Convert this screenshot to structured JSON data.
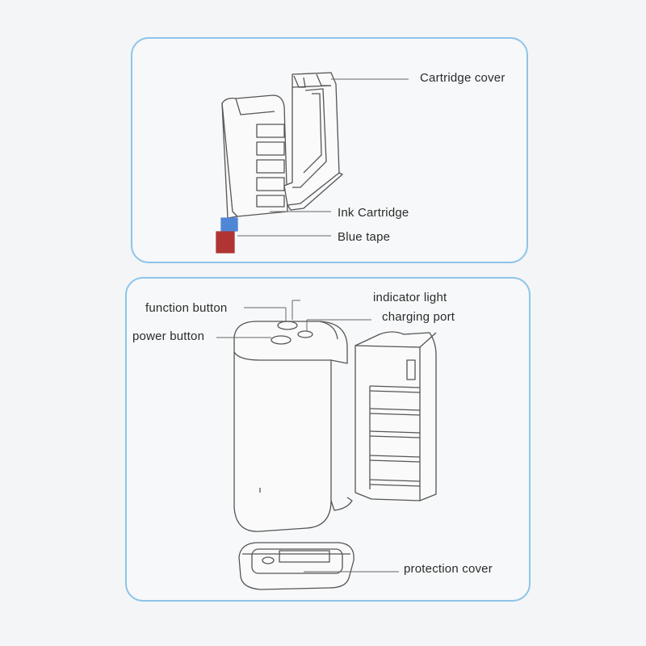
{
  "top_panel": {
    "labels": {
      "cartridge_cover": "Cartridge cover",
      "ink_cartridge": "Ink Cartridge",
      "blue_tape": "Blue tape"
    }
  },
  "bottom_panel": {
    "labels": {
      "indicator_light": "indicator light",
      "function_button": "function button",
      "charging_port": "charging port",
      "power_button": "power button",
      "protection_cover": "protection cover"
    }
  },
  "colors": {
    "panel_border": "#8cc4ea",
    "line": "#555555",
    "blue_tape": "#4f86d6",
    "red_tape": "#b03434"
  }
}
